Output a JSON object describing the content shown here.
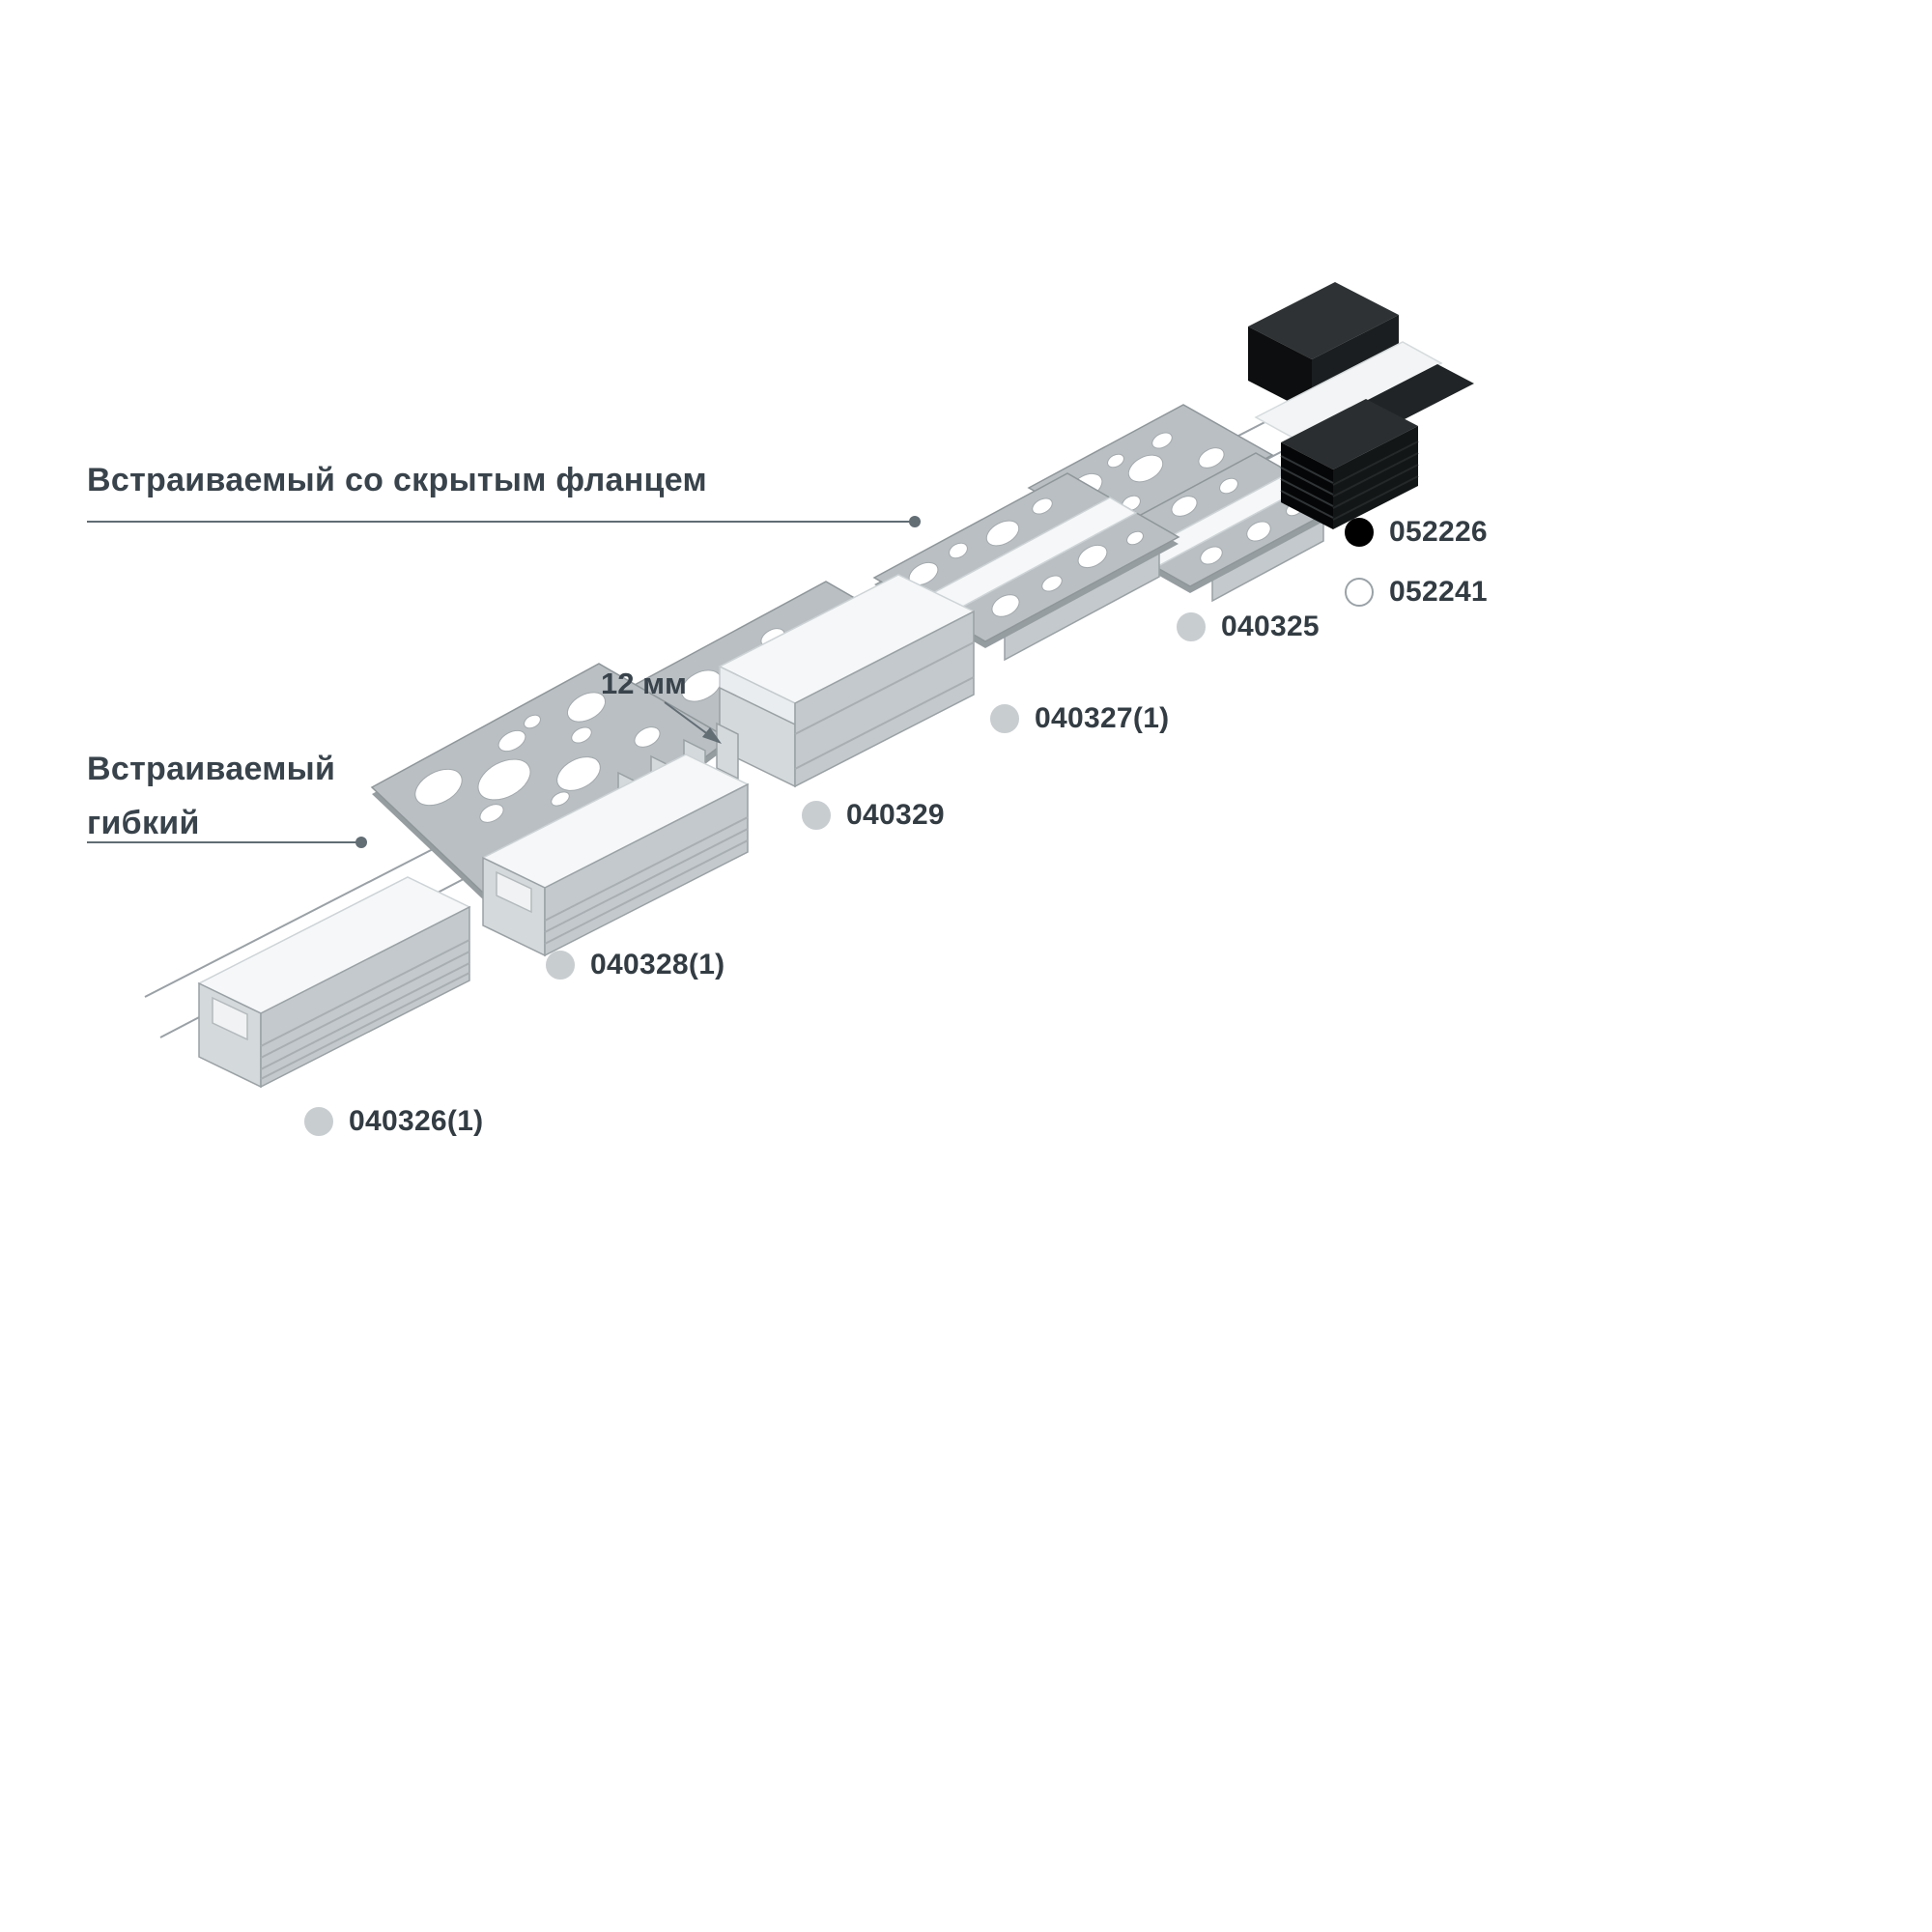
{
  "labels": {
    "recessed_hidden_flange": "Встраиваемый со скрытым фланцем",
    "recessed_flexible_line1": "Встраиваемый",
    "recessed_flexible_line2": "гибкий",
    "dimension_12mm": "12 мм"
  },
  "legend": [
    {
      "code": "052226",
      "dot": "#000000",
      "dot_border": "#000000"
    },
    {
      "code": "052241",
      "dot": "#ffffff",
      "dot_border": "#9aa2a7"
    },
    {
      "code": "040325",
      "dot": "#c8cdd0",
      "dot_border": "#c8cdd0"
    },
    {
      "code": "040327(1)",
      "dot": "#c8cdd0",
      "dot_border": "#c8cdd0"
    },
    {
      "code": "040329",
      "dot": "#c8cdd0",
      "dot_border": "#c8cdd0"
    },
    {
      "code": "040328(1)",
      "dot": "#c8cdd0",
      "dot_border": "#c8cdd0"
    },
    {
      "code": "040326(1)",
      "dot": "#c8cdd0",
      "dot_border": "#c8cdd0"
    }
  ],
  "colors": {
    "text": "#39434b",
    "leader": "#626d74",
    "plate": "#b9bfc3",
    "black_profile": "#0c0e0f"
  }
}
